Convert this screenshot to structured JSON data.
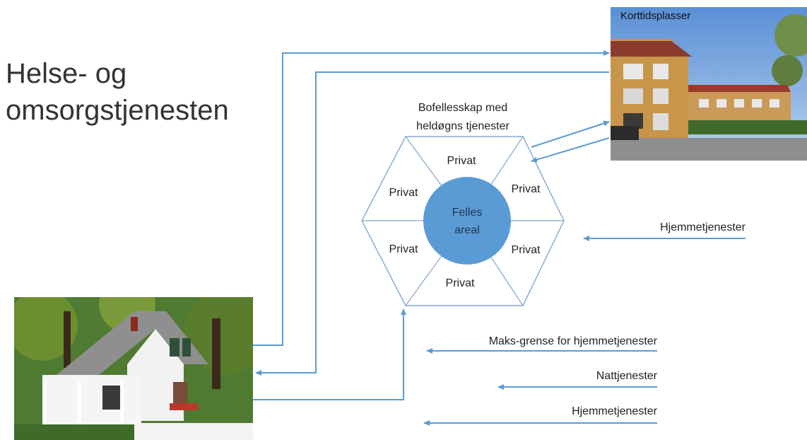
{
  "title": {
    "line1": "Helse- og",
    "line2": "omsorgstjenesten"
  },
  "korttid": {
    "label": "Korttidsplasser"
  },
  "bofellesskap": {
    "heading_line1": "Bofellesskap med",
    "heading_line2": "heldøgns tjenester",
    "center_line1": "Felles",
    "center_line2": "areal",
    "rooms": [
      "Privat",
      "Privat",
      "Privat",
      "Privat",
      "Privat",
      "Privat"
    ]
  },
  "services": {
    "hjemmetjenester_top": "Hjemmetjenester",
    "maks_grense": "Maks-grense for hjemmetjenester",
    "nattjenester": "Nattjenester",
    "hjemmetjenester_bottom": "Hjemmetjenester"
  },
  "colors": {
    "arrow": "#5b9bd5",
    "center": "#5b9bd5",
    "hexagon_line": "#7fa6d6"
  }
}
